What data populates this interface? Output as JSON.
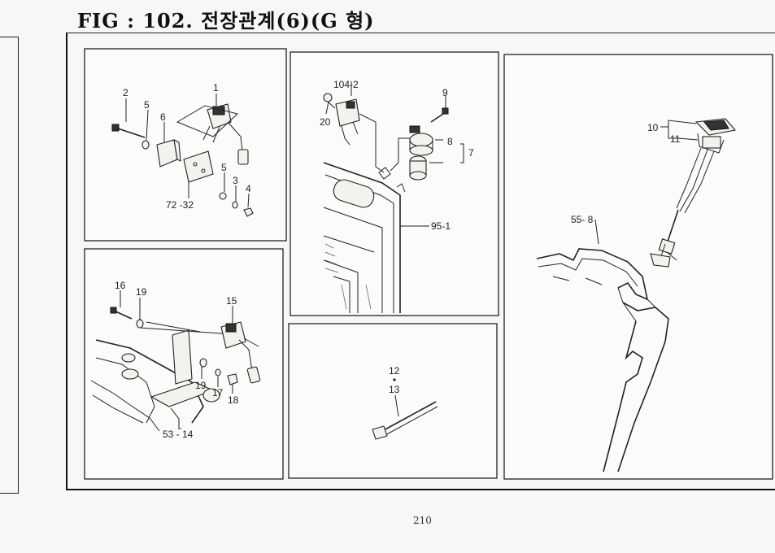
{
  "figure": {
    "title": "FIG : 102. 전장관계(6)(G 형)",
    "page_number": "210"
  },
  "callouts": {
    "p1": {
      "c1": "1",
      "c2": "2",
      "c5a": "5",
      "c6": "6",
      "c5b": "5",
      "c3": "3",
      "c4": "4",
      "c72_32": "72 -32"
    },
    "p2": {
      "c104_2": "104-2",
      "c9": "9",
      "c20": "20",
      "c8": "8",
      "c7": "7",
      "c95_1": "95-1"
    },
    "p3": {
      "c10": "10",
      "c11": "11",
      "c55_8": "55- 8"
    },
    "p4": {
      "c16": "16",
      "c19a": "19",
      "c15": "15",
      "c19b": "19",
      "c17": "17",
      "c18": "18",
      "c53_14": "53 - 14"
    },
    "p5": {
      "c12": "12",
      "c13": "13"
    }
  }
}
